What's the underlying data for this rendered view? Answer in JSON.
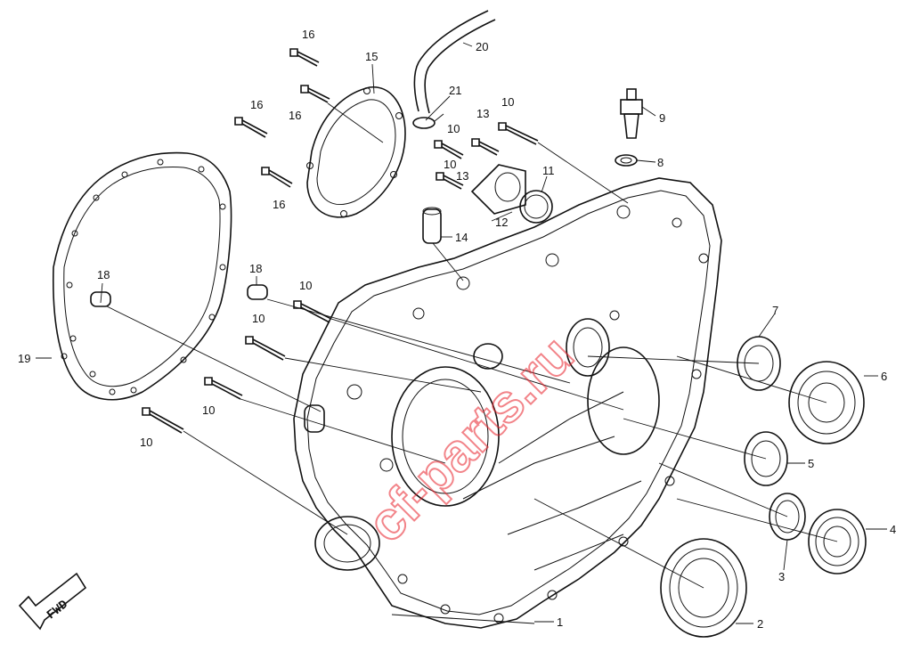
{
  "watermark": "cf-parts.ru",
  "fwd_label": "FWD",
  "callouts": [
    {
      "id": "c1",
      "label": "1"
    },
    {
      "id": "c2",
      "label": "2"
    },
    {
      "id": "c3",
      "label": "3"
    },
    {
      "id": "c4",
      "label": "4"
    },
    {
      "id": "c5",
      "label": "5"
    },
    {
      "id": "c6",
      "label": "6"
    },
    {
      "id": "c7",
      "label": "7"
    },
    {
      "id": "c8",
      "label": "8"
    },
    {
      "id": "c9",
      "label": "9"
    },
    {
      "id": "c10a",
      "label": "10"
    },
    {
      "id": "c10b",
      "label": "10"
    },
    {
      "id": "c10c",
      "label": "10"
    },
    {
      "id": "c10d",
      "label": "10"
    },
    {
      "id": "c10e",
      "label": "10"
    },
    {
      "id": "c10f",
      "label": "10"
    },
    {
      "id": "c10g",
      "label": "10"
    },
    {
      "id": "c11",
      "label": "11"
    },
    {
      "id": "c12",
      "label": "12"
    },
    {
      "id": "c13a",
      "label": "13"
    },
    {
      "id": "c13b",
      "label": "13"
    },
    {
      "id": "c14",
      "label": "14"
    },
    {
      "id": "c15",
      "label": "15"
    },
    {
      "id": "c16a",
      "label": "16"
    },
    {
      "id": "c16b",
      "label": "16"
    },
    {
      "id": "c16c",
      "label": "16"
    },
    {
      "id": "c16d",
      "label": "16"
    },
    {
      "id": "c18a",
      "label": "18"
    },
    {
      "id": "c18b",
      "label": "18"
    },
    {
      "id": "c19",
      "label": "19"
    },
    {
      "id": "c20",
      "label": "20"
    },
    {
      "id": "c21",
      "label": "21"
    }
  ]
}
